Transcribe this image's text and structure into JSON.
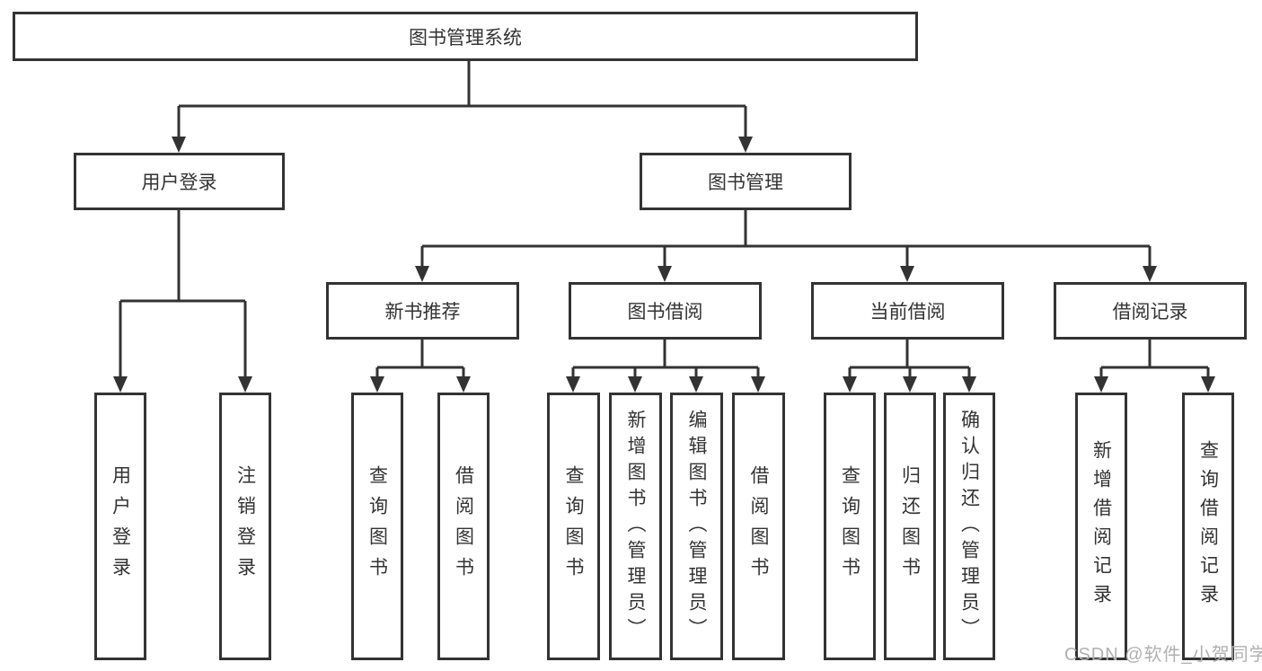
{
  "colors": {
    "line": "#333333",
    "text": "#333333",
    "watermark": "#b0b0b0",
    "background": "#ffffff"
  },
  "tree": {
    "label": "图书管理系统",
    "children": [
      {
        "label": "用户登录",
        "children": [
          {
            "label": "用户登录"
          },
          {
            "label": "注销登录"
          }
        ]
      },
      {
        "label": "图书管理",
        "children": [
          {
            "label": "新书推荐",
            "children": [
              {
                "label": "查询图书"
              },
              {
                "label": "借阅图书"
              }
            ]
          },
          {
            "label": "图书借阅",
            "children": [
              {
                "label": "查询图书"
              },
              {
                "label": "新增图书（管理员）"
              },
              {
                "label": "编辑图书（管理员）"
              },
              {
                "label": "借阅图书"
              }
            ]
          },
          {
            "label": "当前借阅",
            "children": [
              {
                "label": "查询图书"
              },
              {
                "label": "归还图书"
              },
              {
                "label": "确认归还（管理员）"
              }
            ]
          },
          {
            "label": "借阅记录",
            "children": [
              {
                "label": "新增借阅记录"
              },
              {
                "label": "查询借阅记录"
              }
            ]
          }
        ]
      }
    ]
  },
  "watermark": {
    "text": "CSDN @软件_小贺同学"
  }
}
